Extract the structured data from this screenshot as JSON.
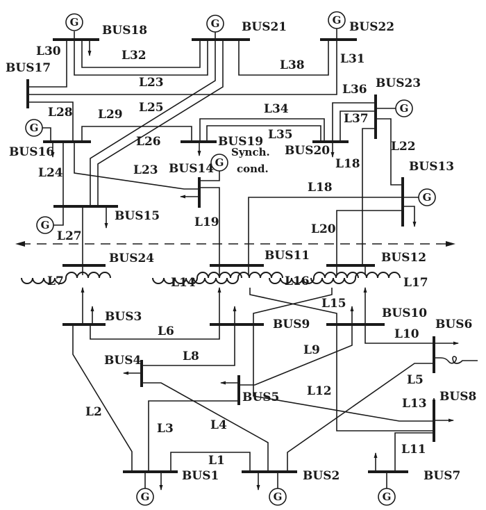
{
  "diagram": {
    "title": "IEEE 24-bus reliability test system one-line diagram",
    "buses": [
      {
        "id": "bus1",
        "label": "BUS1"
      },
      {
        "id": "bus2",
        "label": "BUS2"
      },
      {
        "id": "bus3",
        "label": "BUS3"
      },
      {
        "id": "bus4",
        "label": "BUS4"
      },
      {
        "id": "bus5",
        "label": "BUS5"
      },
      {
        "id": "bus6",
        "label": "BUS6"
      },
      {
        "id": "bus7",
        "label": "BUS7"
      },
      {
        "id": "bus8",
        "label": "BUS8"
      },
      {
        "id": "bus9",
        "label": "BUS9"
      },
      {
        "id": "bus10",
        "label": "BUS10"
      },
      {
        "id": "bus11",
        "label": "BUS11"
      },
      {
        "id": "bus12",
        "label": "BUS12"
      },
      {
        "id": "bus13",
        "label": "BUS13"
      },
      {
        "id": "bus14",
        "label": "BUS14"
      },
      {
        "id": "bus15",
        "label": "BUS15"
      },
      {
        "id": "bus16",
        "label": "BUS16"
      },
      {
        "id": "bus17",
        "label": "BUS17"
      },
      {
        "id": "bus18",
        "label": "BUS18"
      },
      {
        "id": "bus19",
        "label": "BUS19"
      },
      {
        "id": "bus20",
        "label": "BUS20"
      },
      {
        "id": "bus21",
        "label": "BUS21"
      },
      {
        "id": "bus22",
        "label": "BUS22"
      },
      {
        "id": "bus23",
        "label": "BUS23"
      },
      {
        "id": "bus24",
        "label": "BUS24"
      }
    ],
    "lines": {
      "L1": "L1",
      "L2": "L2",
      "L3": "L3",
      "L4": "L4",
      "L5": "L5",
      "L6": "L6",
      "L7": "L7",
      "L8": "L8",
      "L9": "L9",
      "L10": "L10",
      "L11": "L11",
      "L12": "L12",
      "L13": "L13",
      "L14": "L14",
      "L15": "L15",
      "L16": "L16",
      "L17": "L17",
      "L18a": "L18",
      "L18b": "L18",
      "L19": "L19",
      "L20": "L20",
      "L22": "L22",
      "L23a": "L23",
      "L23b": "L23",
      "L24": "L24",
      "L25": "L25",
      "L26": "L26",
      "L27": "L27",
      "L28": "L28",
      "L29": "L29",
      "L30": "L30",
      "L31": "L31",
      "L32": "L32",
      "L34": "L34",
      "L35": "L35",
      "L36": "L36",
      "L37": "L37",
      "L38": "L38"
    },
    "generator_symbol": "G",
    "synch_cond_line1": "Synch.",
    "synch_cond_line2": "cond."
  }
}
